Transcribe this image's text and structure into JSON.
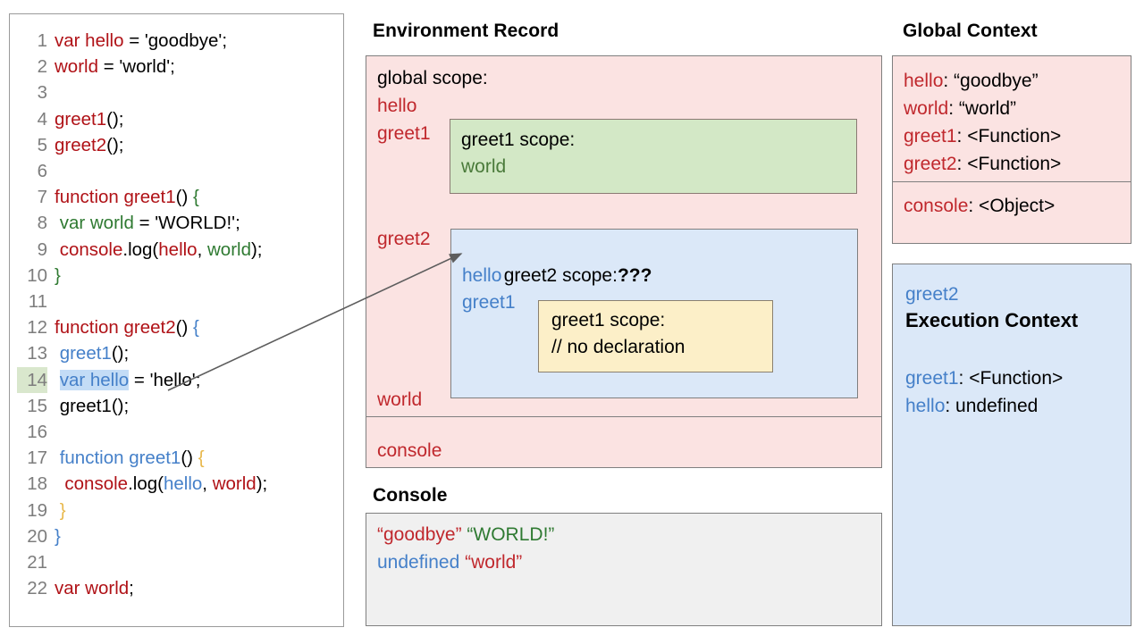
{
  "code_panel": {
    "name": "javascript-source-code",
    "highlighted_line": 14,
    "lines": [
      {
        "num": "1",
        "tokens": [
          {
            "t": "var hello",
            "c": "tk-red"
          },
          {
            "t": " = 'goodbye';",
            "c": "tk-black"
          }
        ]
      },
      {
        "num": "2",
        "tokens": [
          {
            "t": "world",
            "c": "tk-red"
          },
          {
            "t": " = 'world';",
            "c": "tk-black"
          }
        ]
      },
      {
        "num": "3",
        "tokens": []
      },
      {
        "num": "4",
        "tokens": [
          {
            "t": "greet1",
            "c": "tk-red"
          },
          {
            "t": "();",
            "c": "tk-black"
          }
        ]
      },
      {
        "num": "5",
        "tokens": [
          {
            "t": "greet2",
            "c": "tk-red"
          },
          {
            "t": "()",
            "c": "tk-black"
          },
          {
            "t": ";",
            "c": "tk-black"
          }
        ]
      },
      {
        "num": "6",
        "tokens": []
      },
      {
        "num": "7",
        "tokens": [
          {
            "t": "function greet1",
            "c": "tk-red"
          },
          {
            "t": "() ",
            "c": "tk-black"
          },
          {
            "t": "{",
            "c": "tk-green"
          }
        ]
      },
      {
        "num": "8",
        "tokens": [
          {
            "t": " ",
            "c": "tk-black"
          },
          {
            "t": "var world",
            "c": "tk-green"
          },
          {
            "t": " = 'WORLD!';",
            "c": "tk-black"
          }
        ]
      },
      {
        "num": "9",
        "tokens": [
          {
            "t": " ",
            "c": "tk-black"
          },
          {
            "t": "console",
            "c": "tk-red"
          },
          {
            "t": ".log(",
            "c": "tk-black"
          },
          {
            "t": "hello",
            "c": "tk-red"
          },
          {
            "t": ", ",
            "c": "tk-black"
          },
          {
            "t": "world",
            "c": "tk-green"
          },
          {
            "t": ");",
            "c": "tk-black"
          }
        ]
      },
      {
        "num": "10",
        "tokens": [
          {
            "t": "}",
            "c": "tk-green"
          }
        ]
      },
      {
        "num": "11",
        "tokens": []
      },
      {
        "num": "12",
        "tokens": [
          {
            "t": "function greet2",
            "c": "tk-red"
          },
          {
            "t": "() ",
            "c": "tk-black"
          },
          {
            "t": "{",
            "c": "tk-blue"
          }
        ]
      },
      {
        "num": "13",
        "tokens": [
          {
            "t": " ",
            "c": "tk-black"
          },
          {
            "t": "greet1",
            "c": "tk-blue"
          },
          {
            "t": "();",
            "c": "tk-black"
          }
        ]
      },
      {
        "num": "14",
        "tokens": [
          {
            "t": " ",
            "c": "tk-black"
          },
          {
            "t": "var hello",
            "c": "tk-blue hl-blue"
          },
          {
            "t": " = 'hello';",
            "c": "tk-black"
          }
        ]
      },
      {
        "num": "15",
        "tokens": [
          {
            "t": " greet1();",
            "c": "tk-black"
          }
        ]
      },
      {
        "num": "16",
        "tokens": []
      },
      {
        "num": "17",
        "tokens": [
          {
            "t": " ",
            "c": "tk-black"
          },
          {
            "t": "function greet1",
            "c": "tk-blue"
          },
          {
            "t": "() ",
            "c": "tk-black"
          },
          {
            "t": "{",
            "c": "tk-yellow"
          }
        ]
      },
      {
        "num": "18",
        "tokens": [
          {
            "t": "  ",
            "c": "tk-black"
          },
          {
            "t": "console",
            "c": "tk-red"
          },
          {
            "t": ".log(",
            "c": "tk-black"
          },
          {
            "t": "hello",
            "c": "tk-blue"
          },
          {
            "t": ", ",
            "c": "tk-black"
          },
          {
            "t": "world",
            "c": "tk-red"
          },
          {
            "t": ");",
            "c": "tk-black"
          }
        ]
      },
      {
        "num": "19",
        "tokens": [
          {
            "t": " ",
            "c": "tk-black"
          },
          {
            "t": "}",
            "c": "tk-yellow"
          }
        ]
      },
      {
        "num": "20",
        "tokens": [
          {
            "t": "}",
            "c": "tk-blue"
          }
        ]
      },
      {
        "num": "21",
        "tokens": []
      },
      {
        "num": "22",
        "tokens": [
          {
            "t": "var world",
            "c": "tk-red"
          },
          {
            "t": ";",
            "c": "tk-black"
          }
        ]
      }
    ]
  },
  "environment_record": {
    "title": "Environment Record",
    "global_scope_label": "global scope:",
    "bindings_top": [
      "hello",
      "greet1"
    ],
    "binding_greet2": "greet2",
    "binding_world": "world",
    "binding_console": "console",
    "greet1_scope": {
      "label": "greet1 scope:",
      "bindings": [
        "world"
      ]
    },
    "greet2_scope": {
      "label": "greet2 scope:",
      "unknown_marker": "???",
      "bindings": [
        "hello",
        "greet1"
      ],
      "nested_greet1": {
        "label": "greet1 scope:",
        "comment": "// no declaration"
      }
    }
  },
  "console_panel": {
    "title": "Console",
    "lines": [
      [
        {
          "t": "“goodbye”",
          "c": "cs-red"
        },
        {
          "t": " ",
          "c": ""
        },
        {
          "t": "“WORLD!”",
          "c": "cs-green"
        }
      ],
      [
        {
          "t": "undefined",
          "c": "cs-blue"
        },
        {
          "t": " ",
          "c": ""
        },
        {
          "t": "“world”",
          "c": "cs-red"
        }
      ]
    ]
  },
  "global_context": {
    "title": "Global Context",
    "section_a": [
      {
        "key": "hello",
        "value": ": “goodbye”"
      },
      {
        "key": "world",
        "value": ": “world”"
      },
      {
        "key": "greet1",
        "value": ": <Function>"
      },
      {
        "key": "greet2",
        "value": ": <Function>"
      }
    ],
    "section_b": [
      {
        "key": "console",
        "value": ": <Object>"
      }
    ]
  },
  "execution_context": {
    "scope_name": "greet2",
    "heading": "Execution Context",
    "entries": [
      {
        "key": "greet1",
        "value": ": <Function>"
      },
      {
        "key": "hello",
        "value": ": undefined"
      }
    ]
  },
  "colors": {
    "red": "#c0282d",
    "blue": "#4580c9",
    "green": "#2f7a32",
    "pink_panel": "#fbe3e2",
    "blue_panel": "#dbe8f8",
    "green_box": "#d3e8c6",
    "yellow_box": "#fcefc8",
    "console_bg": "#f0f0f0",
    "border": "#7f7f7f",
    "highlight_line_num": "#d9e7cd",
    "highlight_token": "#c3dcf6"
  }
}
